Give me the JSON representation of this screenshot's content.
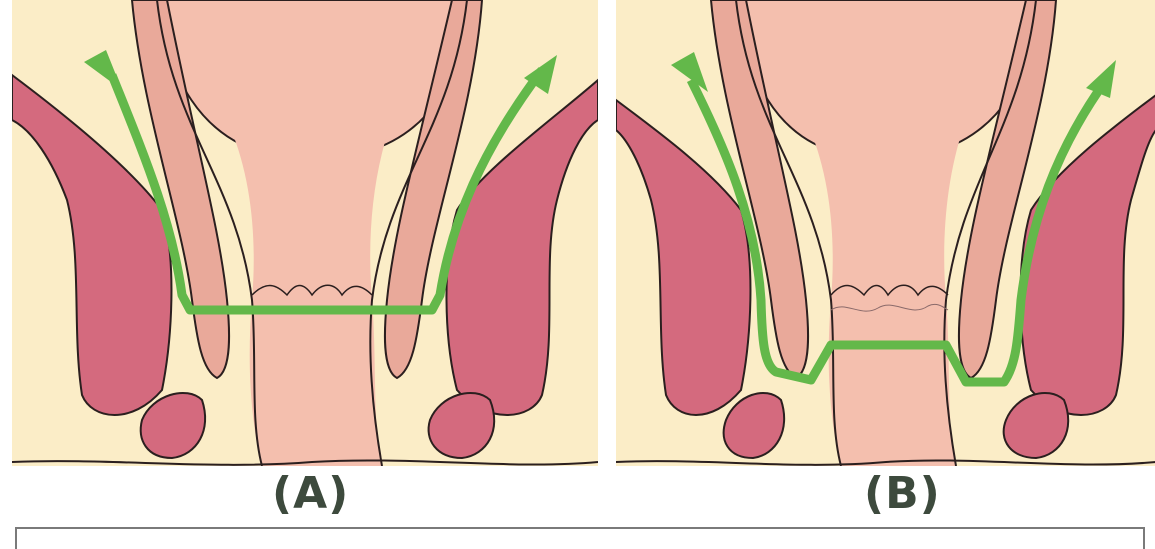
{
  "panels": [
    {
      "id": "A",
      "label": "(A)"
    },
    {
      "id": "B",
      "label": "(B)"
    }
  ],
  "colors": {
    "background": "#fbedc7",
    "muscle": "#d46a7e",
    "mucosa": "#f4bfae",
    "path": "#63b84a",
    "outline": "#2b1f1f"
  }
}
